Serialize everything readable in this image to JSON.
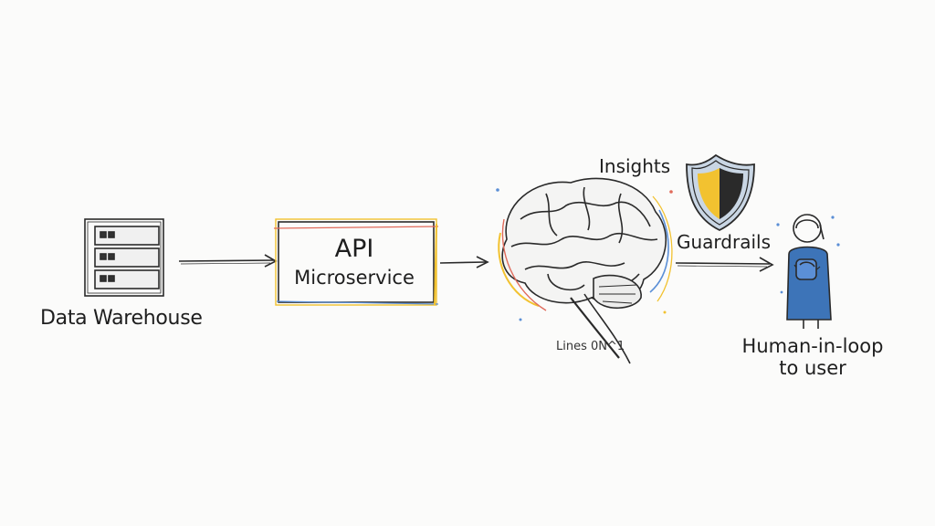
{
  "diagram": {
    "nodes": {
      "data_warehouse": {
        "label": "Data Warehouse"
      },
      "api": {
        "title": "API",
        "subtitle": "Microservice"
      },
      "brain": {
        "label": "Lines  0N^1"
      },
      "insights": {
        "label": "Insights"
      },
      "guardrails": {
        "label": "Guardrails"
      },
      "human": {
        "label": "Human-in-loop",
        "label2": "to user"
      }
    },
    "colors": {
      "ink": "#1e1e1e",
      "accent_yellow": "#f2c230",
      "accent_red": "#e06a5a",
      "accent_blue": "#5b8fd6",
      "human_blue": "#3d74b8"
    }
  }
}
